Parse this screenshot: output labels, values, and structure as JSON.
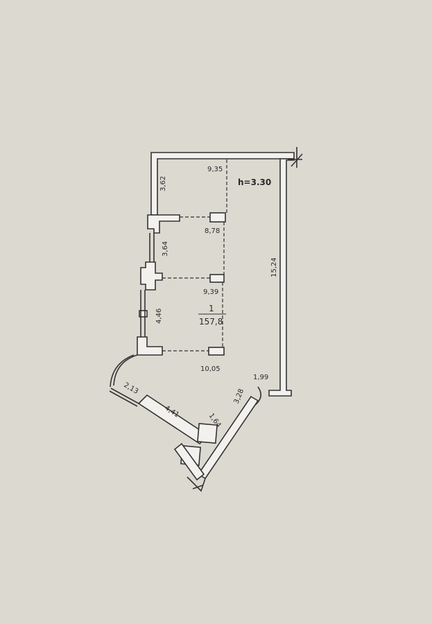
{
  "plan": {
    "ceiling_height": "h=3.30",
    "room": {
      "number": "1",
      "area": "157,8"
    },
    "dimensions": {
      "top_width": "9,35",
      "left_top": "3,62",
      "left_mid": "3,64",
      "left_low": "4,46",
      "depth_1": "8,78",
      "depth_2": "9,39",
      "depth_3": "10,05",
      "right_height": "15,24",
      "bottom_right_step": "1,99",
      "diag_right": "3,28",
      "diag_small": "1,64",
      "bottom_long": "4,41",
      "bay_left": "2,13"
    }
  }
}
